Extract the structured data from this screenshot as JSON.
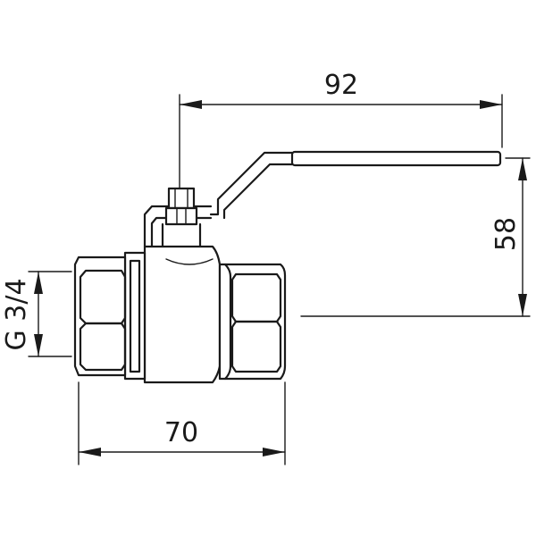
{
  "dimensions": {
    "lever_length": "92",
    "height": "58",
    "body_length": "70",
    "thread": "G 3/4"
  },
  "colors": {
    "line": "#1a1a1a",
    "background": "#ffffff"
  }
}
